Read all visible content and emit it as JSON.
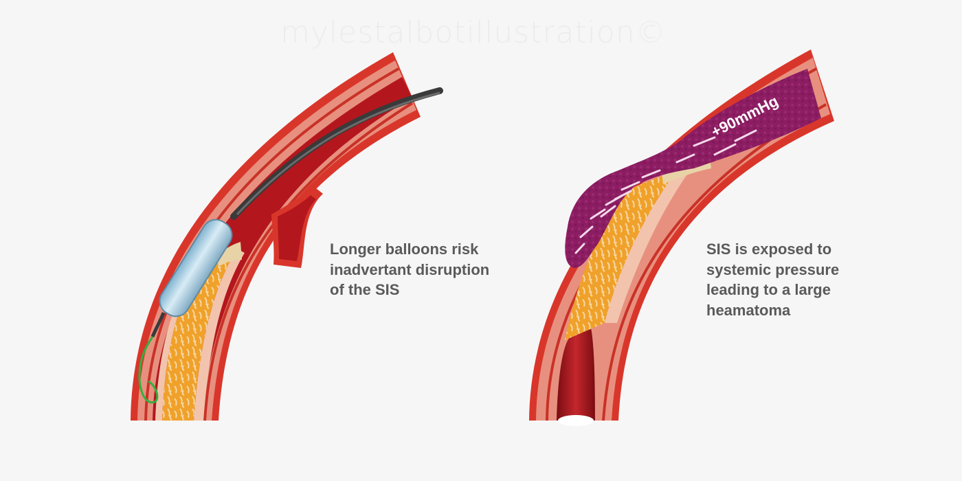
{
  "watermark": "mylestalbotillustration©",
  "left_panel": {
    "caption_lines": [
      "Longer balloons risk",
      "inadvertant disruption",
      "of the SIS"
    ]
  },
  "right_panel": {
    "pressure_label": "+90mmHg",
    "caption_lines": [
      "SIS is exposed to",
      "systemic pressure",
      "leading to a large",
      "heamatoma"
    ]
  },
  "colors": {
    "background": "#f6f6f6",
    "adventitia": "#d9362b",
    "media": "#e8907f",
    "intima": "#f2b7a3",
    "lumen": "#b3171d",
    "plaque": "#f2a42a",
    "haematoma": "#8c1d62",
    "balloon": "#a9cfe3",
    "catheter": "#3a3a3a",
    "guidewire": "#32b03c",
    "caption_text": "#5a5a5a"
  }
}
